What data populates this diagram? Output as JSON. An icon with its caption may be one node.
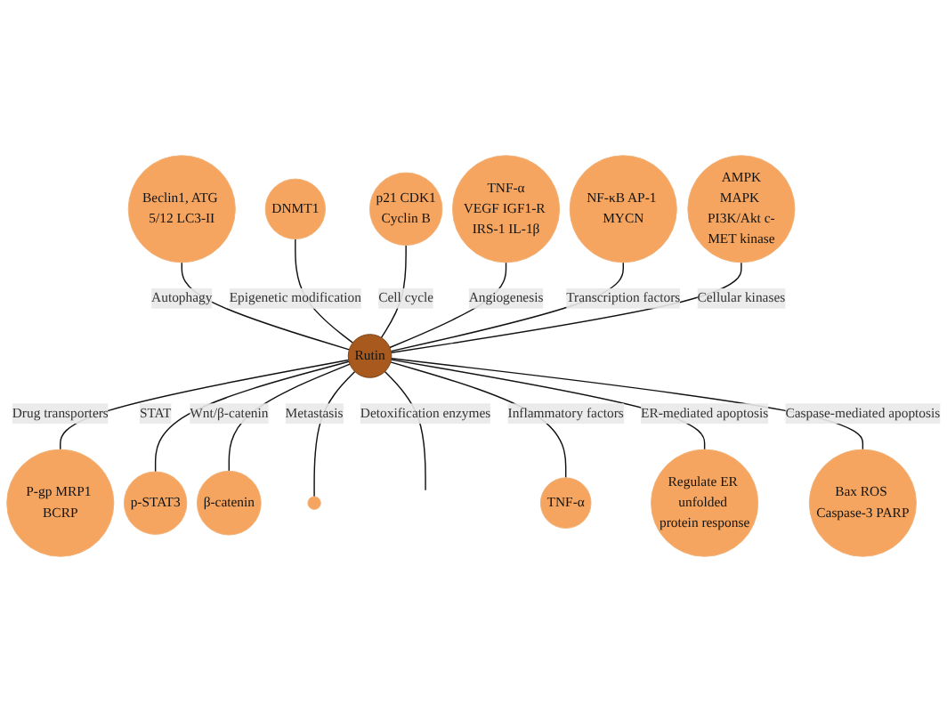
{
  "diagram": {
    "nodes": [
      {
        "text": [
          "Rutin"
        ]
      },
      {
        "text": [
          "Beclin1, ATG 5/12 LC3-II"
        ]
      },
      {
        "text": [
          "DNMT1"
        ]
      },
      {
        "text": [
          "p21 CDK1",
          "Cyclin B"
        ]
      },
      {
        "text": [
          "TNF-α",
          "VEGF IGF1-R IRS-1 IL-1β"
        ]
      },
      {
        "text": [
          "NF-κB AP-1 MYCN"
        ]
      },
      {
        "text": [
          "AMPK",
          "MAPK PI3K/Akt c-MET kinase"
        ]
      },
      {
        "text": [
          "P-gp MRP1 BCRP"
        ]
      },
      {
        "text": [
          "p-STAT3"
        ]
      },
      {
        "text": [
          "β-catenin"
        ]
      },
      {
        "text": [],
        "shape": "circle"
      },
      {
        "text": [
          "TNF-α"
        ]
      },
      {
        "text": [
          "Regulate ER unfolded protein response"
        ]
      },
      {
        "text": [
          "Bax ROS Caspase-3 PARP"
        ]
      }
    ],
    "edges": [
      {
        "from": 1,
        "to": 0,
        "arrow": "none",
        "label": "Autophagy"
      },
      {
        "from": 2,
        "to": 0,
        "arrow": "none",
        "label": "Epigenetic modification"
      },
      {
        "from": 3,
        "to": 0,
        "arrow": "none",
        "label": "Cell cycle"
      },
      {
        "from": 4,
        "to": 0,
        "arrow": "none",
        "label": "Angiogenesis"
      },
      {
        "from": 5,
        "to": 0,
        "arrow": "none",
        "label": "Transcription factors"
      },
      {
        "from": 6,
        "to": 0,
        "arrow": "none",
        "label": "Cellular kinases"
      },
      {
        "from": 0,
        "to": 7,
        "arrow": "none",
        "label": "Drug transporters"
      },
      {
        "from": 0,
        "to": 8,
        "arrow": "none",
        "label": "STAT"
      },
      {
        "from": 0,
        "to": 9,
        "arrow": "none",
        "label": "Wnt/β-catenin"
      },
      {
        "from": 0,
        "to": 10,
        "arrow": "none",
        "label": "Metastasis"
      },
      {
        "from": 0,
        "to": null,
        "arrow": "none",
        "label": "Detoxification enzymes"
      },
      {
        "from": 0,
        "to": 11,
        "arrow": "none",
        "label": "Inflammatory factors"
      },
      {
        "from": 0,
        "to": 12,
        "arrow": "none",
        "label": "ER-mediated apoptosis"
      },
      {
        "from": 0,
        "to": 13,
        "arrow": "none",
        "label": "Caspase-mediated apoptosis"
      }
    ]
  }
}
